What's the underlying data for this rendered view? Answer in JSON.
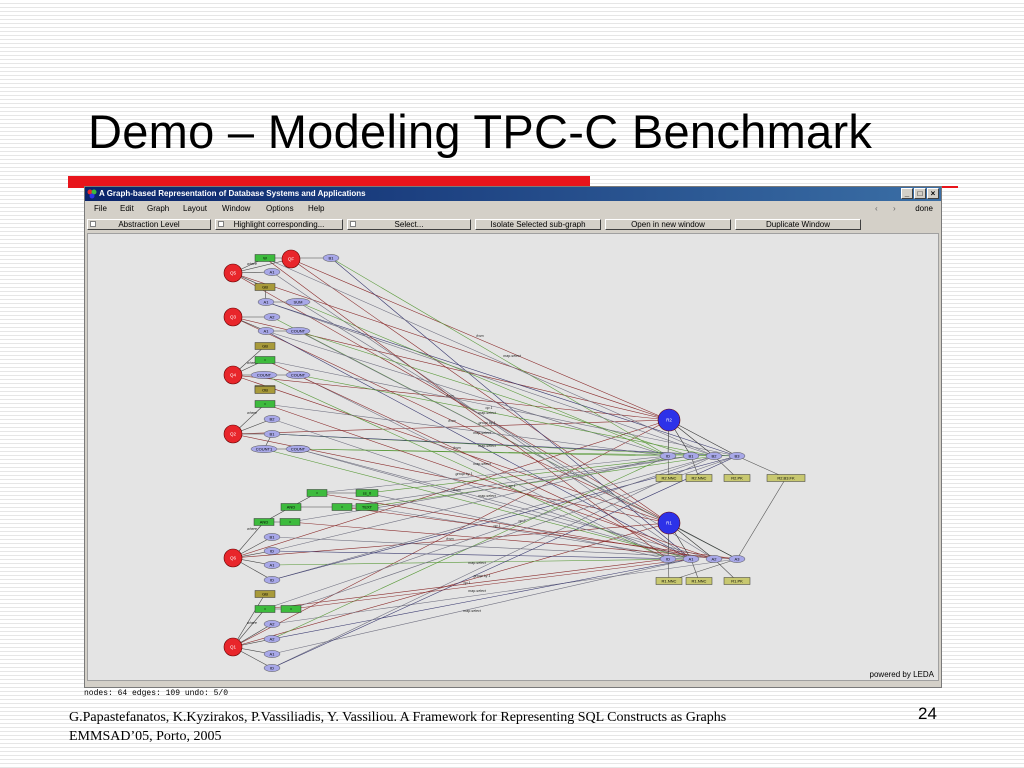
{
  "slide": {
    "title": "Demo – Modeling TPC-C Benchmark",
    "citation_line1": "G.Papastefanatos, K.Kyzirakos, P.Vassiliadis, Y. Vassiliou. A Framework for Representing SQL Constructs as Graphs",
    "citation_line2": "EMMSAD’05, Porto, 2005",
    "page_number": "24",
    "accent_color": "#e8141b"
  },
  "window": {
    "title": "A Graph-based Representation of Database Systems and Applications",
    "controls": {
      "minimize": "_",
      "maximize": "□",
      "close": "×"
    },
    "menu": [
      "File",
      "Edit",
      "Graph",
      "Layout",
      "Window",
      "Options",
      "Help"
    ],
    "nav_back": "‹",
    "nav_forward": "›",
    "done_label": "done",
    "toolbar": [
      "Abstraction Level",
      "Highlight corresponding...",
      "Select...",
      "Isolate Selected sub-graph",
      "Open in new window",
      "Duplicate Window"
    ],
    "powered_by": "powered by LEDA",
    "status": "nodes: 64   edges: 109 undo: 5/0"
  },
  "graph": {
    "colors": {
      "query": "#e8262b",
      "relation": "#2d32e8",
      "operand": "#a8a8e8",
      "op_box": "#3dbb3d",
      "condition_box": "#a89a3a",
      "fk_box": "#c8c870"
    },
    "queries": [
      "Q5",
      "Q3",
      "Q4",
      "Q2",
      "Q6",
      "Q1"
    ],
    "q5_top": "QF",
    "relations": [
      "R2",
      "R1"
    ],
    "op_labels": [
      "W",
      "=",
      "=",
      "=",
      "=",
      "=",
      "=",
      "="
    ],
    "and_labels": [
      "AND",
      "AND"
    ],
    "condition_labels": [
      "GB",
      "GB",
      "GB",
      "OB",
      "GB"
    ],
    "aggregate_labels": [
      "SUM",
      "COUNT",
      "COUNT",
      "COUNT",
      "COUNT"
    ],
    "count_labels": [
      "COUNT",
      "COUNT1"
    ],
    "attr_labels": [
      "B1",
      "A1",
      "A1",
      "A2",
      "A1",
      "B2",
      "B1",
      "B1",
      "ID",
      "A1",
      "ID",
      "A2",
      "A2",
      "A1",
      "ID"
    ],
    "const_labels": [
      "ss_0",
      "TEXT"
    ],
    "r2_attrs": [
      "ID",
      "B1",
      "B2",
      "B3"
    ],
    "r1_attrs": [
      "ID",
      "A1",
      "A2",
      "A3"
    ],
    "r2_constraints": [
      "R2.NNC",
      "R2.NNC",
      "R2.PK",
      "R2.B3.FK"
    ],
    "r1_constraints": [
      "R1.NNC",
      "R1.NNC",
      "R1.PK"
    ],
    "edge_labels": [
      "map-select",
      "map-select",
      "map-select",
      "map-select",
      "map-select",
      "map-select",
      "map-select",
      "map-select",
      "map-select",
      "from",
      "from",
      "from",
      "from",
      "from",
      "from",
      "group by 1",
      "group by 1",
      "group by 1",
      "op 1",
      "op 1",
      "op 1",
      "op 1",
      "op 2",
      "where",
      "where",
      "where",
      "where",
      "where"
    ]
  }
}
